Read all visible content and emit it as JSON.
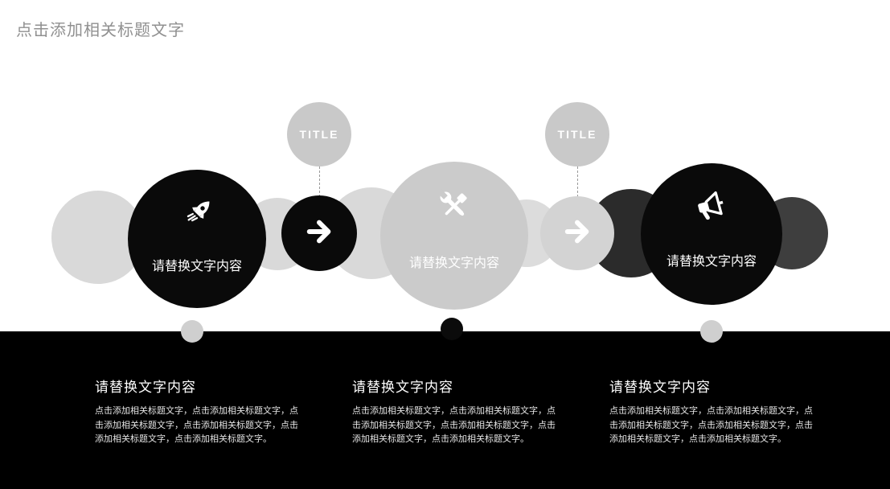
{
  "slide": {
    "title": "点击添加相关标题文字"
  },
  "timeline": {
    "node_title": "TITLE",
    "steps": [
      {
        "icon": "rocket",
        "label": "请替换文字内容"
      },
      {
        "icon": "wrench-screwdriver",
        "label": "请替换文字内容"
      },
      {
        "icon": "megaphone",
        "label": "请替换文字内容"
      }
    ],
    "arrows": [
      {
        "icon": "right-arrow",
        "style": "black"
      },
      {
        "icon": "right-arrow",
        "style": "light-gray"
      }
    ]
  },
  "footer": {
    "columns": [
      {
        "heading": "请替换文字内容",
        "body": "点击添加相关标题文字，点击添加相关标题文字，点击添加相关标题文字，点击添加相关标题文字，点击添加相关标题文字，点击添加相关标题文字。"
      },
      {
        "heading": "请替换文字内容",
        "body": "点击添加相关标题文字，点击添加相关标题文字，点击添加相关标题文字，点击添加相关标题文字，点击添加相关标题文字，点击添加相关标题文字。"
      },
      {
        "heading": "请替换文字内容",
        "body": "点击添加相关标题文字，点击添加相关标题文字，点击添加相关标题文字，点击添加相关标题文字，点击添加相关标题文字，点击添加相关标题文字。"
      }
    ]
  },
  "colors": {
    "black_circle": "#0a0a0a",
    "light_circle": "#d9d9d9",
    "tools_circle": "#cbcbcb",
    "arrow_light_circle": "#d3d3d3",
    "dark_circle": "#2b2b2b",
    "dark_gray_circle": "#3e3e3e",
    "title_bubble": "#c9c9c9",
    "footer_band": "#000000",
    "slide_title_text": "#909090"
  }
}
